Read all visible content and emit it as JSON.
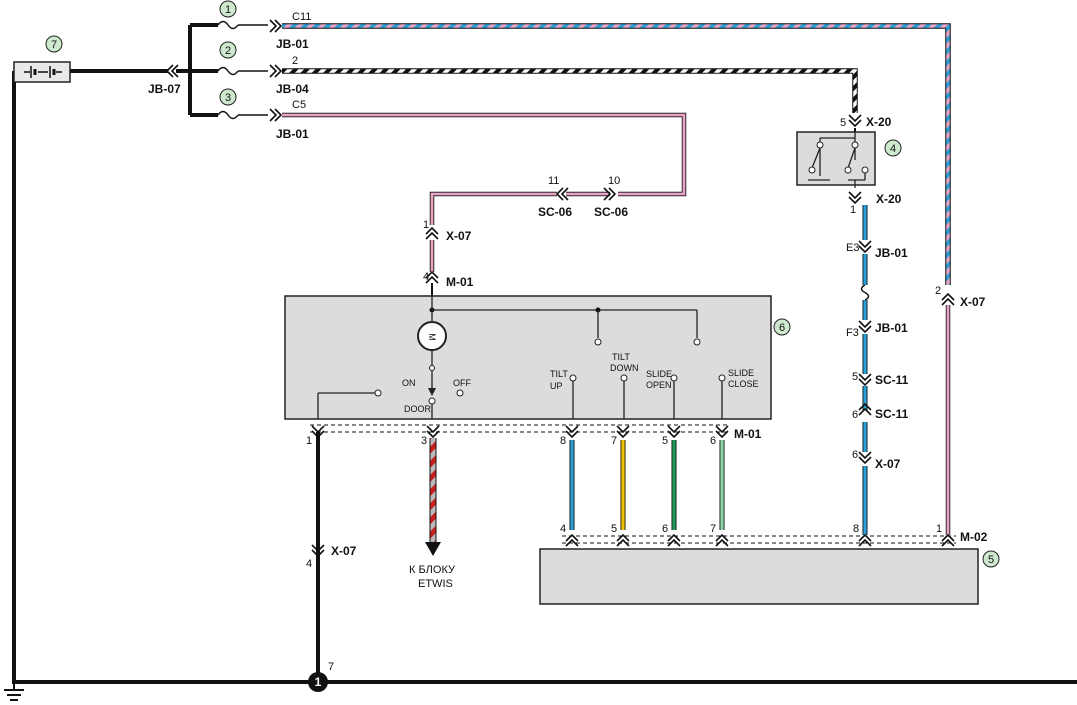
{
  "colors": {
    "pink": "#e9a3c4",
    "blue": "#2aa0d6",
    "yellow": "#f2c400",
    "green": "#1f9a5b",
    "light_green": "#8fd3a9",
    "red": "#c8201e",
    "grey": "#b9b9b9",
    "box_fill": "#dcdcdc",
    "callout_fill": "#cfe9cf"
  },
  "callouts": [
    "1",
    "2",
    "3",
    "4",
    "5",
    "6",
    "7"
  ],
  "fuse_labels": {
    "f1_pin": "C11",
    "f1_conn": "JB-01",
    "f2_pin": "2",
    "f2_conn": "JB-04",
    "f3_pin": "C5",
    "f3_conn": "JB-01",
    "jb07": "JB-07"
  },
  "connectors": {
    "x20_top_pin": "5",
    "x20_top": "X-20",
    "x20_bot_pin": "1",
    "x20_bot": "X-20",
    "jb01_e3_pin": "E3",
    "jb01_e3": "JB-01",
    "jb01_f3_pin": "F3",
    "jb01_f3": "JB-01",
    "sc11_a_pin": "5",
    "sc11_a": "SC-11",
    "sc11_b_pin": "6",
    "sc11_b": "SC-11",
    "x07_right_pin": "6",
    "x07_right": "X-07",
    "x07_pink_pin": "2",
    "x07_pink": "X-07",
    "sc06_a_pin": "11",
    "sc06_a": "SC-06",
    "sc06_b_pin": "10",
    "sc06_b": "SC-06",
    "x07_mid_pin": "1",
    "x07_mid": "X-07",
    "m01_top_pin": "4",
    "m01_top": "M-01",
    "m01_bottom": "M-01",
    "m01_pins": [
      "1",
      "3",
      "8",
      "7",
      "5",
      "6"
    ],
    "m02": "M-02",
    "m02_pins": [
      "4",
      "5",
      "6",
      "7",
      "8",
      "1"
    ],
    "x07_left_pin": "4",
    "x07_left": "X-07",
    "gnd_pin": "7",
    "gnd_num": "1"
  },
  "switch_labels": {
    "on": "ON",
    "off": "OFF",
    "door": "DOOR",
    "tilt_up_1": "TILT",
    "tilt_up_2": "UP",
    "tilt_down_1": "TILT",
    "tilt_down_2": "DOWN",
    "slide_open_1": "SLIDE",
    "slide_open_2": "OPEN",
    "slide_close_1": "SLIDE",
    "slide_close_2": "CLOSE"
  },
  "bulb_label": "M",
  "etwis_label_1": "К БЛОКУ",
  "etwis_label_2": "ETWIS"
}
